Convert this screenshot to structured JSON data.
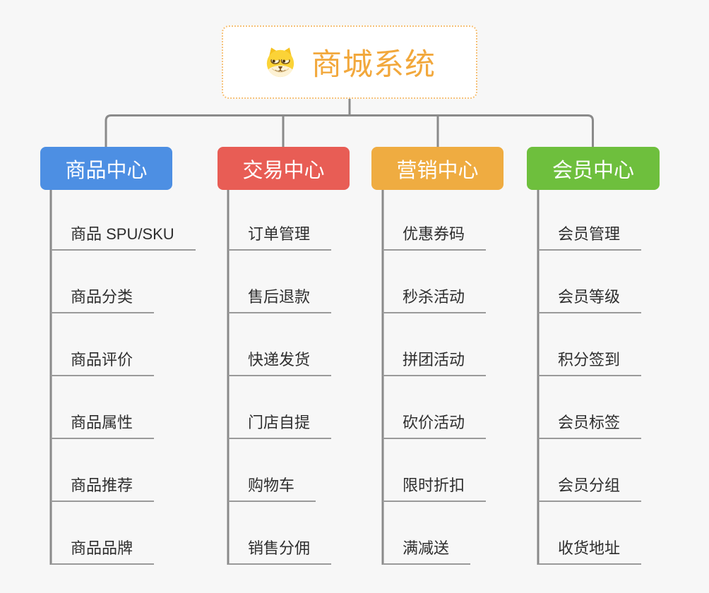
{
  "root": {
    "title": "商城系统",
    "icon": "doge-icon"
  },
  "branches": [
    {
      "label": "商品中心",
      "color": "#4d8fe3",
      "children": [
        "商品 SPU/SKU",
        "商品分类",
        "商品评价",
        "商品属性",
        "商品推荐",
        "商品品牌"
      ]
    },
    {
      "label": "交易中心",
      "color": "#e85d55",
      "children": [
        "订单管理",
        "售后退款",
        "快递发货",
        "门店自提",
        "购物车",
        "销售分佣"
      ]
    },
    {
      "label": "营销中心",
      "color": "#efac41",
      "children": [
        "优惠券码",
        "秒杀活动",
        "拼团活动",
        "砍价活动",
        "限时折扣",
        "满减送"
      ]
    },
    {
      "label": "会员中心",
      "color": "#6ebf3d",
      "children": [
        "会员管理",
        "会员等级",
        "积分签到",
        "会员标签",
        "会员分组",
        "收货地址"
      ]
    }
  ],
  "colors": {
    "background": "#f7f7f7",
    "connector": "#8a8a8a",
    "leaf_underline": "#9a9a9a",
    "leaf_text": "#2e2e2e",
    "root_title": "#f2a83c",
    "root_border": "#f6c178",
    "root_background": "#ffffff"
  }
}
